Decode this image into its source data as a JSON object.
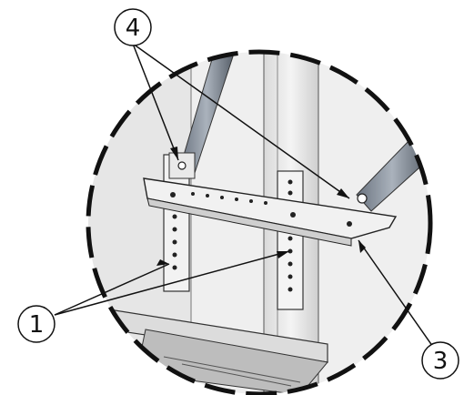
{
  "callouts": [
    {
      "label": "4"
    },
    {
      "label": "1"
    },
    {
      "label": "3"
    }
  ]
}
